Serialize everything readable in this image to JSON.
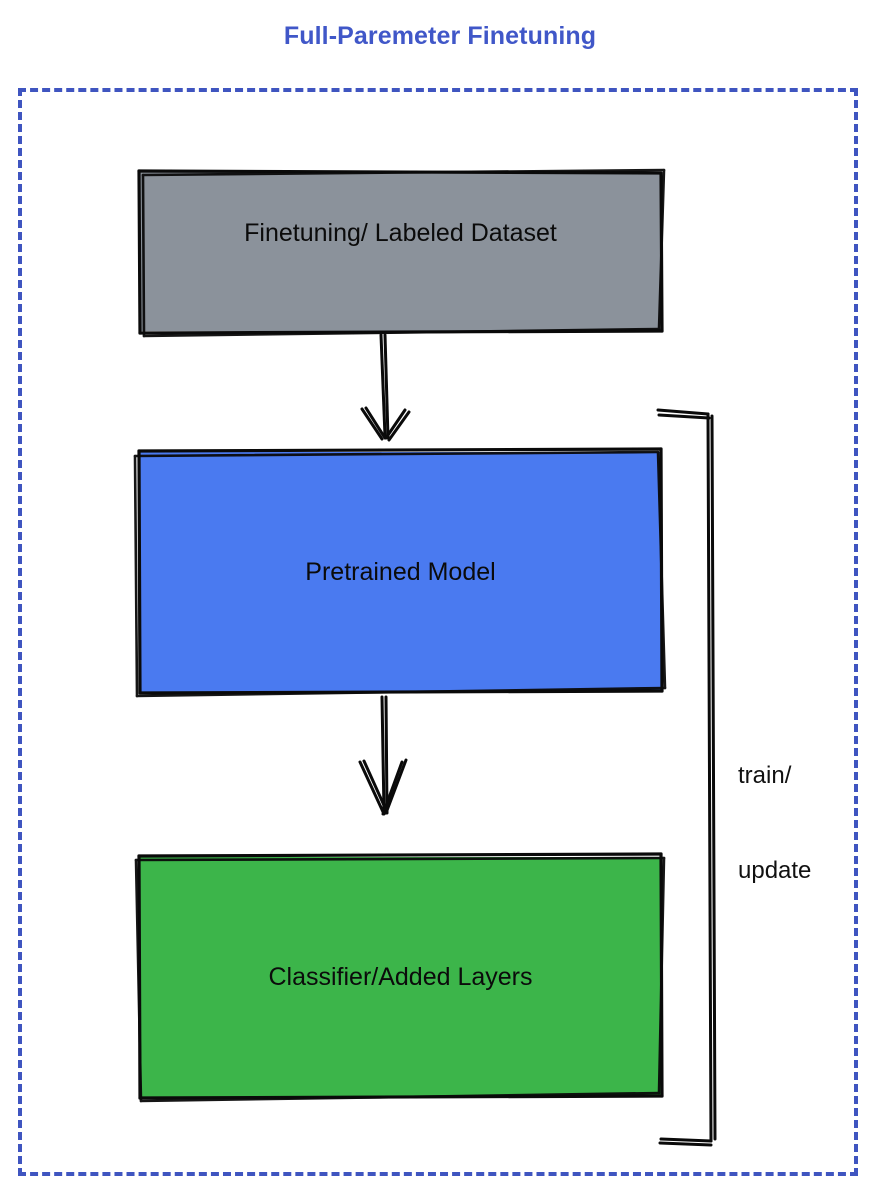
{
  "diagram": {
    "title": "Full-Paremeter Finetuning",
    "title_color": "#4057c8",
    "frame": {
      "style": "dashed",
      "color": "#3f55c0"
    },
    "nodes": [
      {
        "id": "dataset",
        "label": "Finetuning/ Labeled Dataset",
        "fill": "#8b929b",
        "stroke": "#000000",
        "shape": "rectangle"
      },
      {
        "id": "pretrained",
        "label": "Pretrained Model",
        "fill": "#4a7af0",
        "stroke": "#000000",
        "shape": "rectangle"
      },
      {
        "id": "classifier",
        "label": "Classifier/Added Layers",
        "fill": "#3cb54a",
        "stroke": "#000000",
        "shape": "rectangle"
      }
    ],
    "edges": [
      {
        "id": "dataset-to-pretrained",
        "from": "dataset",
        "to": "pretrained",
        "label": "",
        "arrow": "down"
      },
      {
        "id": "pretrained-to-classifier",
        "from": "pretrained",
        "to": "classifier",
        "label": "",
        "arrow": "down"
      },
      {
        "id": "feedback-bracket",
        "from": "classifier",
        "to": "pretrained",
        "label_line_1": "train/",
        "label_line_2": "update",
        "arrow": "none"
      }
    ]
  }
}
